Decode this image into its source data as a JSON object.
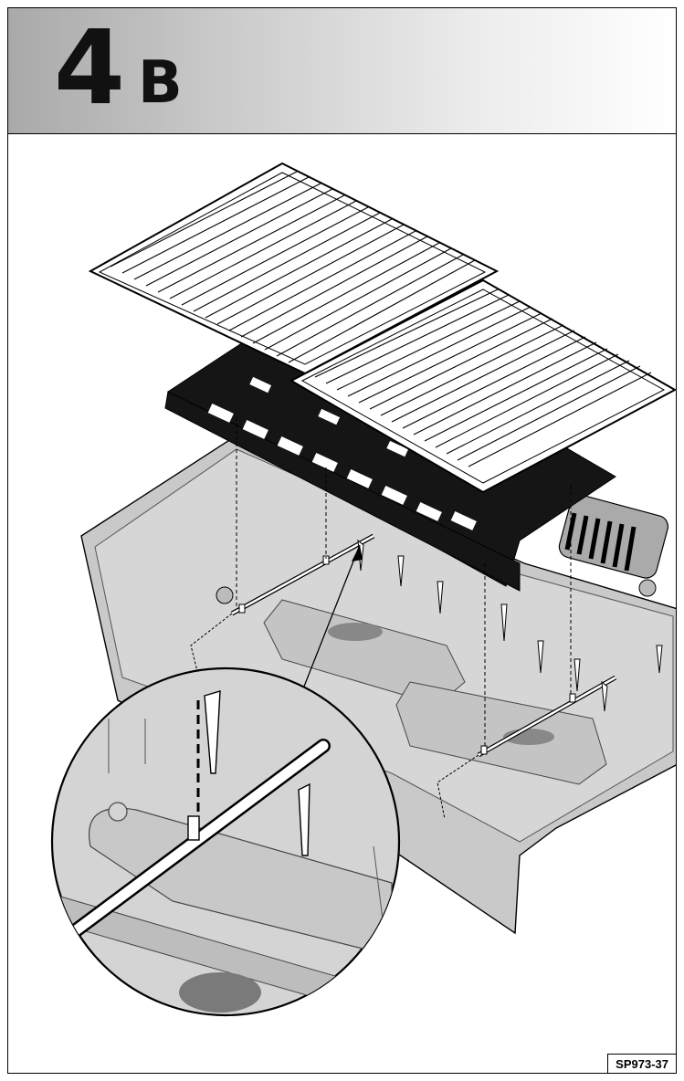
{
  "header": {
    "step_number": "4",
    "step_letter": "B"
  },
  "footer": {
    "part_code": "SP973-37"
  },
  "colors": {
    "tub": "#c9c9c9",
    "tub_interior": "#d6d6d6",
    "heat_plate": "#151515",
    "grill_grate": "#ffffff",
    "outline": "#000000"
  },
  "icons": {
    "grill_grate": "grill-grate-icon",
    "heat_plate": "heat-plate-icon",
    "support_rod": "support-rod-icon",
    "magnifier": "magnifier-detail-icon"
  }
}
